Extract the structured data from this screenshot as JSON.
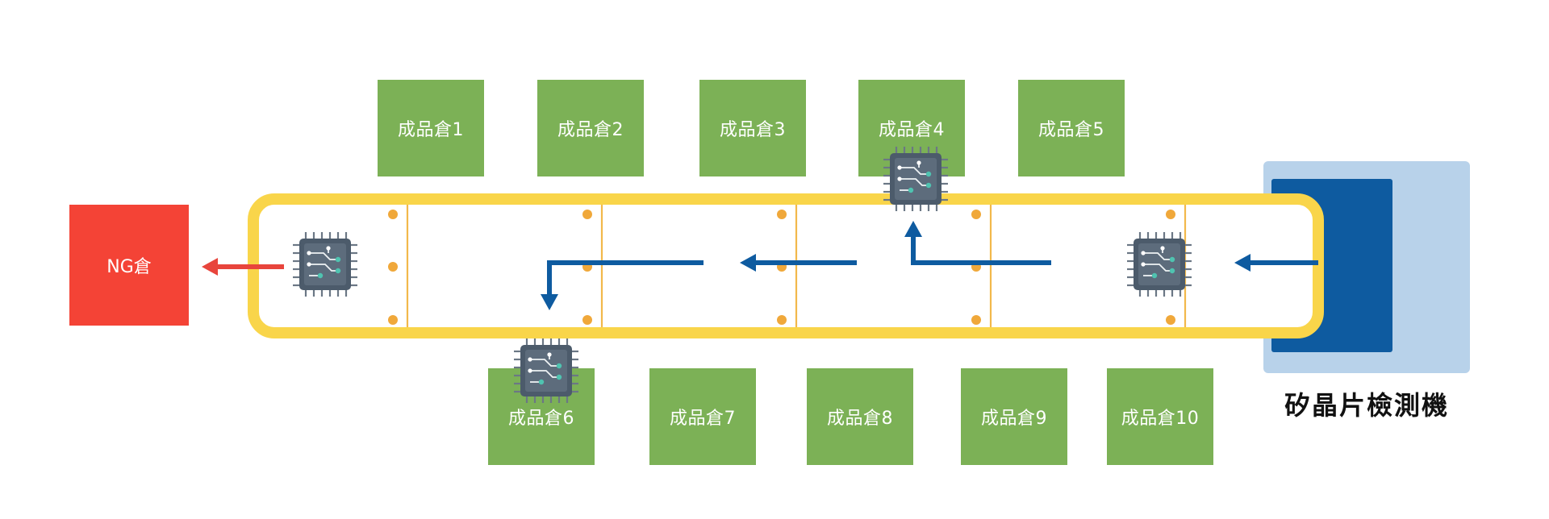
{
  "top_bins": [
    "成品倉1",
    "成品倉2",
    "成品倉3",
    "成品倉4",
    "成品倉5"
  ],
  "bottom_bins": [
    "成品倉6",
    "成品倉7",
    "成品倉8",
    "成品倉9",
    "成品倉10"
  ],
  "ng_bin": "NG倉",
  "machine_label": "矽晶片檢測機",
  "colors": {
    "bin": "#7cb156",
    "ng": "#f44336",
    "belt": "#f9d54a",
    "divider": "#f2b84b",
    "dot": "#f0a83a",
    "arrow_blue": "#0e5ba0",
    "arrow_red": "#e8453c",
    "chip_body": "#4c5b6b",
    "chip_trace": "#4fc3b0",
    "machine_outer": "#b8d2ea",
    "machine_inner": "#0e5ba0"
  },
  "icons": [
    "microchip-icon"
  ]
}
